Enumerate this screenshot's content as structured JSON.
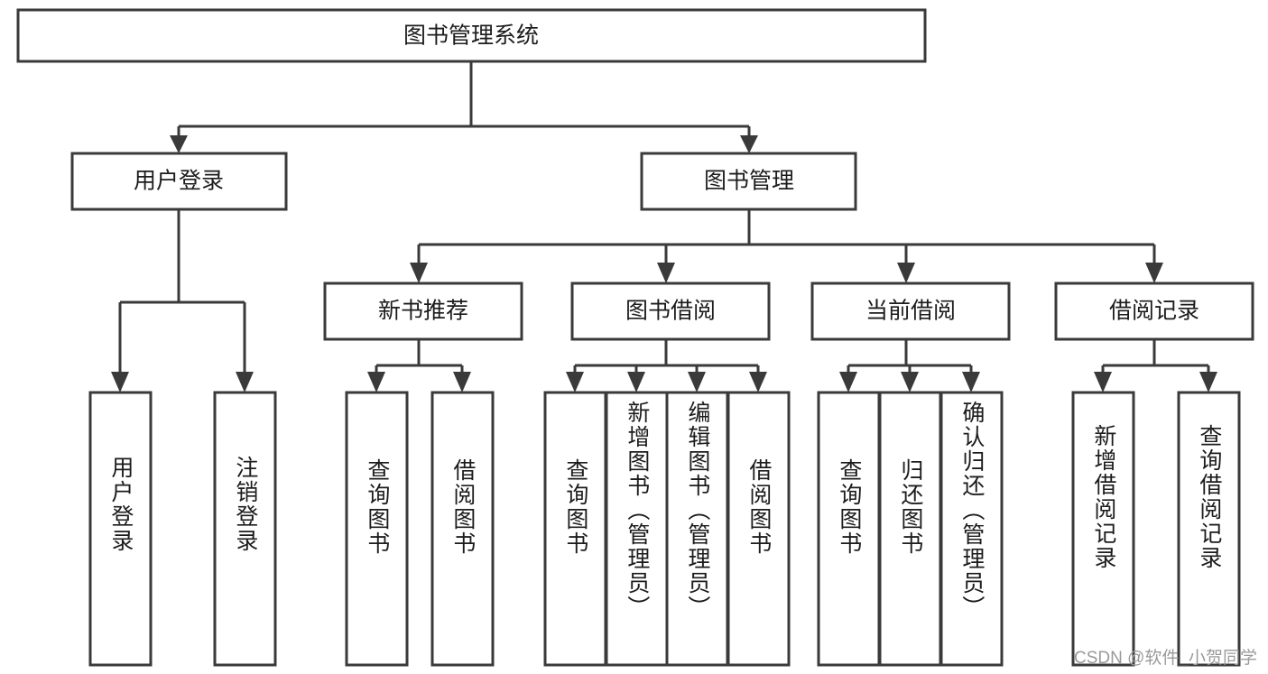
{
  "diagram": {
    "type": "tree",
    "title": "图书管理系统",
    "root": {
      "id": "root",
      "label": "图书管理系统"
    },
    "level2": [
      {
        "id": "user-login",
        "label": "用户登录"
      },
      {
        "id": "book-management",
        "label": "图书管理"
      }
    ],
    "level3": [
      {
        "id": "new-book-recommend",
        "label": "新书推荐",
        "parent": "book-management"
      },
      {
        "id": "book-borrow",
        "label": "图书借阅",
        "parent": "book-management"
      },
      {
        "id": "current-borrow",
        "label": "当前借阅",
        "parent": "book-management"
      },
      {
        "id": "borrow-record",
        "label": "借阅记录",
        "parent": "book-management"
      }
    ],
    "leaves": [
      {
        "id": "leaf-user-login",
        "label": "用户登录",
        "parent": "user-login"
      },
      {
        "id": "leaf-logout",
        "label": "注销登录",
        "parent": "user-login"
      },
      {
        "id": "leaf-query-book-1",
        "label": "查询图书",
        "parent": "new-book-recommend"
      },
      {
        "id": "leaf-borrow-book-1",
        "label": "借阅图书",
        "parent": "new-book-recommend"
      },
      {
        "id": "leaf-query-book-2",
        "label": "查询图书",
        "parent": "book-borrow"
      },
      {
        "id": "leaf-add-book",
        "label": "新增图书（管理员）",
        "parent": "book-borrow"
      },
      {
        "id": "leaf-edit-book",
        "label": "编辑图书（管理员）",
        "parent": "book-borrow"
      },
      {
        "id": "leaf-borrow-book-2",
        "label": "借阅图书",
        "parent": "book-borrow"
      },
      {
        "id": "leaf-query-book-3",
        "label": "查询图书",
        "parent": "current-borrow"
      },
      {
        "id": "leaf-return-book",
        "label": "归还图书",
        "parent": "current-borrow"
      },
      {
        "id": "leaf-confirm-return",
        "label": "确认归还（管理员）",
        "parent": "current-borrow"
      },
      {
        "id": "leaf-add-record",
        "label": "新增借阅记录",
        "parent": "borrow-record"
      },
      {
        "id": "leaf-query-record",
        "label": "查询借阅记录",
        "parent": "borrow-record"
      }
    ],
    "colors": {
      "box_fill": "#ffffff",
      "box_stroke": "#3a3a3a",
      "text": "#1c1c1c",
      "watermark": "#9a9a9a",
      "background": "#ffffff"
    }
  },
  "watermark": {
    "text": "CSDN @软件_小贺同学"
  }
}
